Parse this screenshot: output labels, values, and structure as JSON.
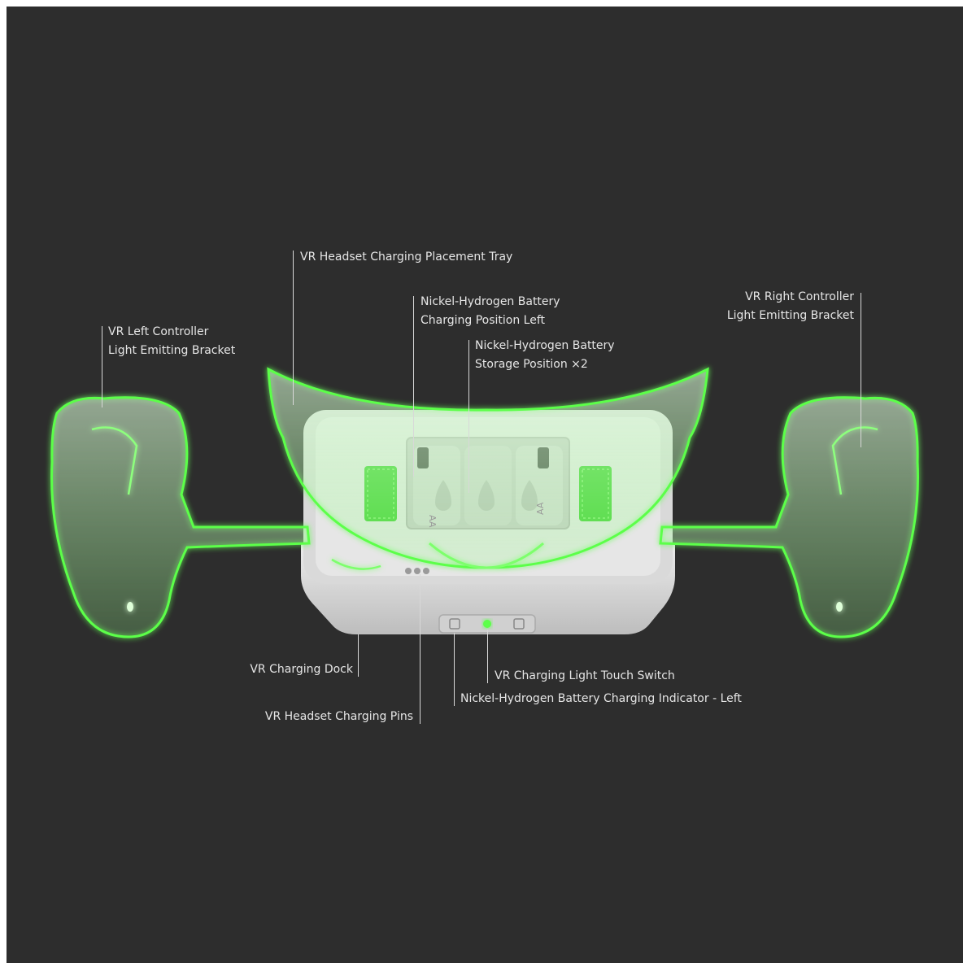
{
  "callouts": {
    "tray": {
      "text": "VR Headset Charging Placement Tray"
    },
    "battery_charging": {
      "line1": "Nickel-Hydrogen Battery",
      "line2": "Charging Position Left"
    },
    "battery_storage": {
      "line1": "Nickel-Hydrogen Battery",
      "line2": "Storage Position ×2"
    },
    "left_bracket": {
      "line1": "VR Left Controller",
      "line2": "Light Emitting Bracket"
    },
    "right_bracket": {
      "line1": "VR Right Controller",
      "line2": "Light Emitting Bracket"
    },
    "dock": {
      "text": "VR Charging Dock"
    },
    "touch_switch": {
      "text": "VR Charging Light Touch Switch"
    },
    "indicator": {
      "text": "Nickel-Hydrogen Battery Charging Indicator - Left"
    },
    "pins": {
      "text": "VR Headset Charging Pins"
    }
  },
  "battery_marks": {
    "left": "AA",
    "right": "AA"
  },
  "colors": {
    "background": "#2d2d2d",
    "glow": "#5cff4a",
    "dock": "#e4e4e4",
    "label": "#e6e6e6"
  }
}
